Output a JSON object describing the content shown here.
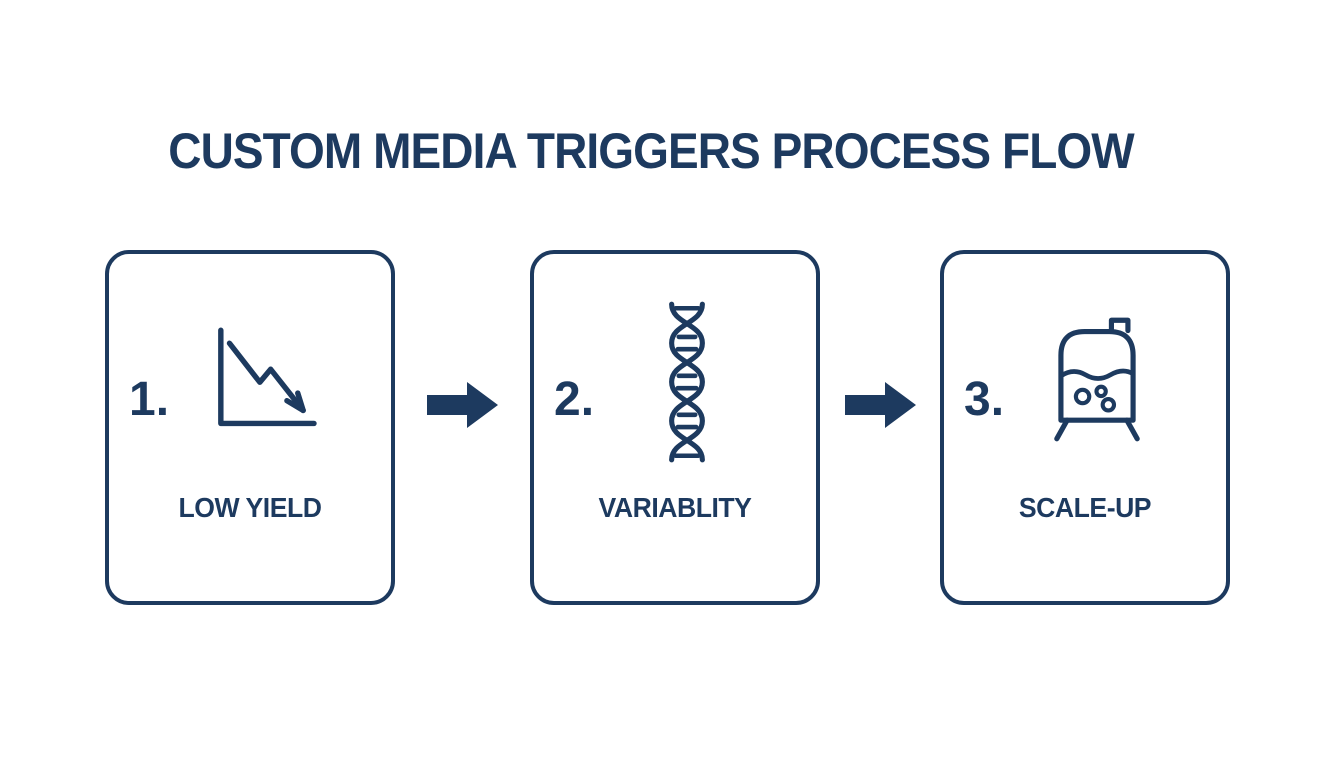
{
  "colors": {
    "navy": "#1d3a5f",
    "background": "#ffffff"
  },
  "title": "CUSTOM MEDIA TRIGGERS PROCESS FLOW",
  "steps": [
    {
      "number": "1.",
      "label": "LOW YIELD",
      "icon": "declining-chart-icon"
    },
    {
      "number": "2.",
      "label": "VARIABLITY",
      "icon": "dna-helix-icon"
    },
    {
      "number": "3.",
      "label": "SCALE-UP",
      "icon": "bioreactor-icon"
    }
  ],
  "arrows": [
    {
      "icon": "arrow-right-icon"
    },
    {
      "icon": "arrow-right-icon"
    }
  ]
}
